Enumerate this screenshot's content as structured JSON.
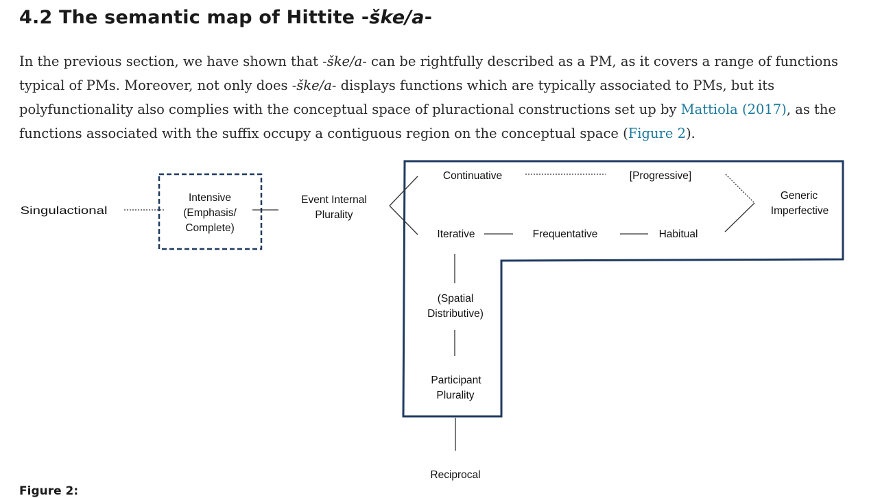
{
  "heading": {
    "prefix": "4.2 The semantic map of Hittite -",
    "italic": "ške/a",
    "suffix": "-"
  },
  "paragraph": {
    "t1": "In the previous section, we have shown that -",
    "i1": "ške/a",
    "t2": "- can be rightfully described as a PM, as it covers a range of functions typical of PMs. Moreover, not only does -",
    "i2": "ške/a",
    "t3": "- displays functions which are typically associated to PMs, but its polyfunctionality also complies with the conceptual space of pluractional constructions set up by ",
    "link1": "Mattiola (2017)",
    "t4": ", as the functions associated with the suffix occupy a contiguous region on the conceptual space (",
    "link2": "Figure 2",
    "t5": ")."
  },
  "figure": {
    "nodes": {
      "singulactional": [
        "Singulactional"
      ],
      "intensive": [
        "Intensive",
        "(Emphasis/",
        "Complete)"
      ],
      "event_internal": [
        "Event Internal",
        "Plurality"
      ],
      "continuative": [
        "Continuative"
      ],
      "progressive": [
        "[Progressive]"
      ],
      "generic": [
        "Generic",
        "Imperfective"
      ],
      "iterative": [
        "Iterative"
      ],
      "frequentative": [
        "Frequentative"
      ],
      "habitual": [
        "Habitual"
      ],
      "spatial": [
        "(Spatial",
        "Distributive)"
      ],
      "participant": [
        "Participant",
        "Plurality"
      ],
      "reciprocal": [
        "Reciprocal"
      ]
    },
    "caption": "Figure 2:"
  },
  "colors": {
    "region_border": "#1f3a5f",
    "link": "#1e7a9e",
    "text": "#222222"
  }
}
